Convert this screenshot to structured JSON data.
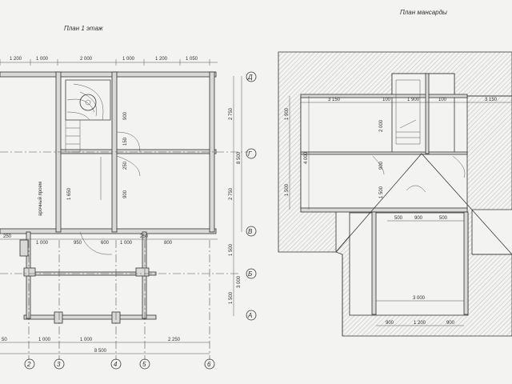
{
  "plan1": {
    "title": "План 1 этаж",
    "opening_label": "арочный проем",
    "top_dims": [
      "1 200",
      "1 000",
      "2 000",
      "1 000",
      "1 200",
      "1 050"
    ],
    "bottom_dims": [
      "50",
      "1 000",
      "1 000",
      "2 250"
    ],
    "bottom_total": "8 500",
    "right_dims": [
      "2 750",
      "8 500",
      "2 750",
      "1 500",
      "3 000",
      "1 500"
    ],
    "mid_dims": [
      "1 000",
      "950",
      "600",
      "1 000",
      "800"
    ],
    "inner_dims": [
      "900",
      "150",
      "250",
      "1 650",
      "900",
      "250",
      "250"
    ],
    "row_axes": [
      "Д",
      "Г",
      "В",
      "Б",
      "А"
    ],
    "col_axes": [
      "2",
      "3",
      "4",
      "5",
      "6"
    ]
  },
  "plan2": {
    "title": "План мансарды",
    "top_dims": [
      "3 150",
      "100",
      "1 900",
      "100",
      "3 150"
    ],
    "left_dims": [
      "1 900",
      "4 000",
      "1 500"
    ],
    "inner_dims": [
      "2 000",
      "900",
      "1 500"
    ],
    "mid_dims": [
      "500",
      "900",
      "500"
    ],
    "bottom_dim": "3 000",
    "bottom_dims": [
      "900",
      "1 200",
      "900"
    ]
  }
}
